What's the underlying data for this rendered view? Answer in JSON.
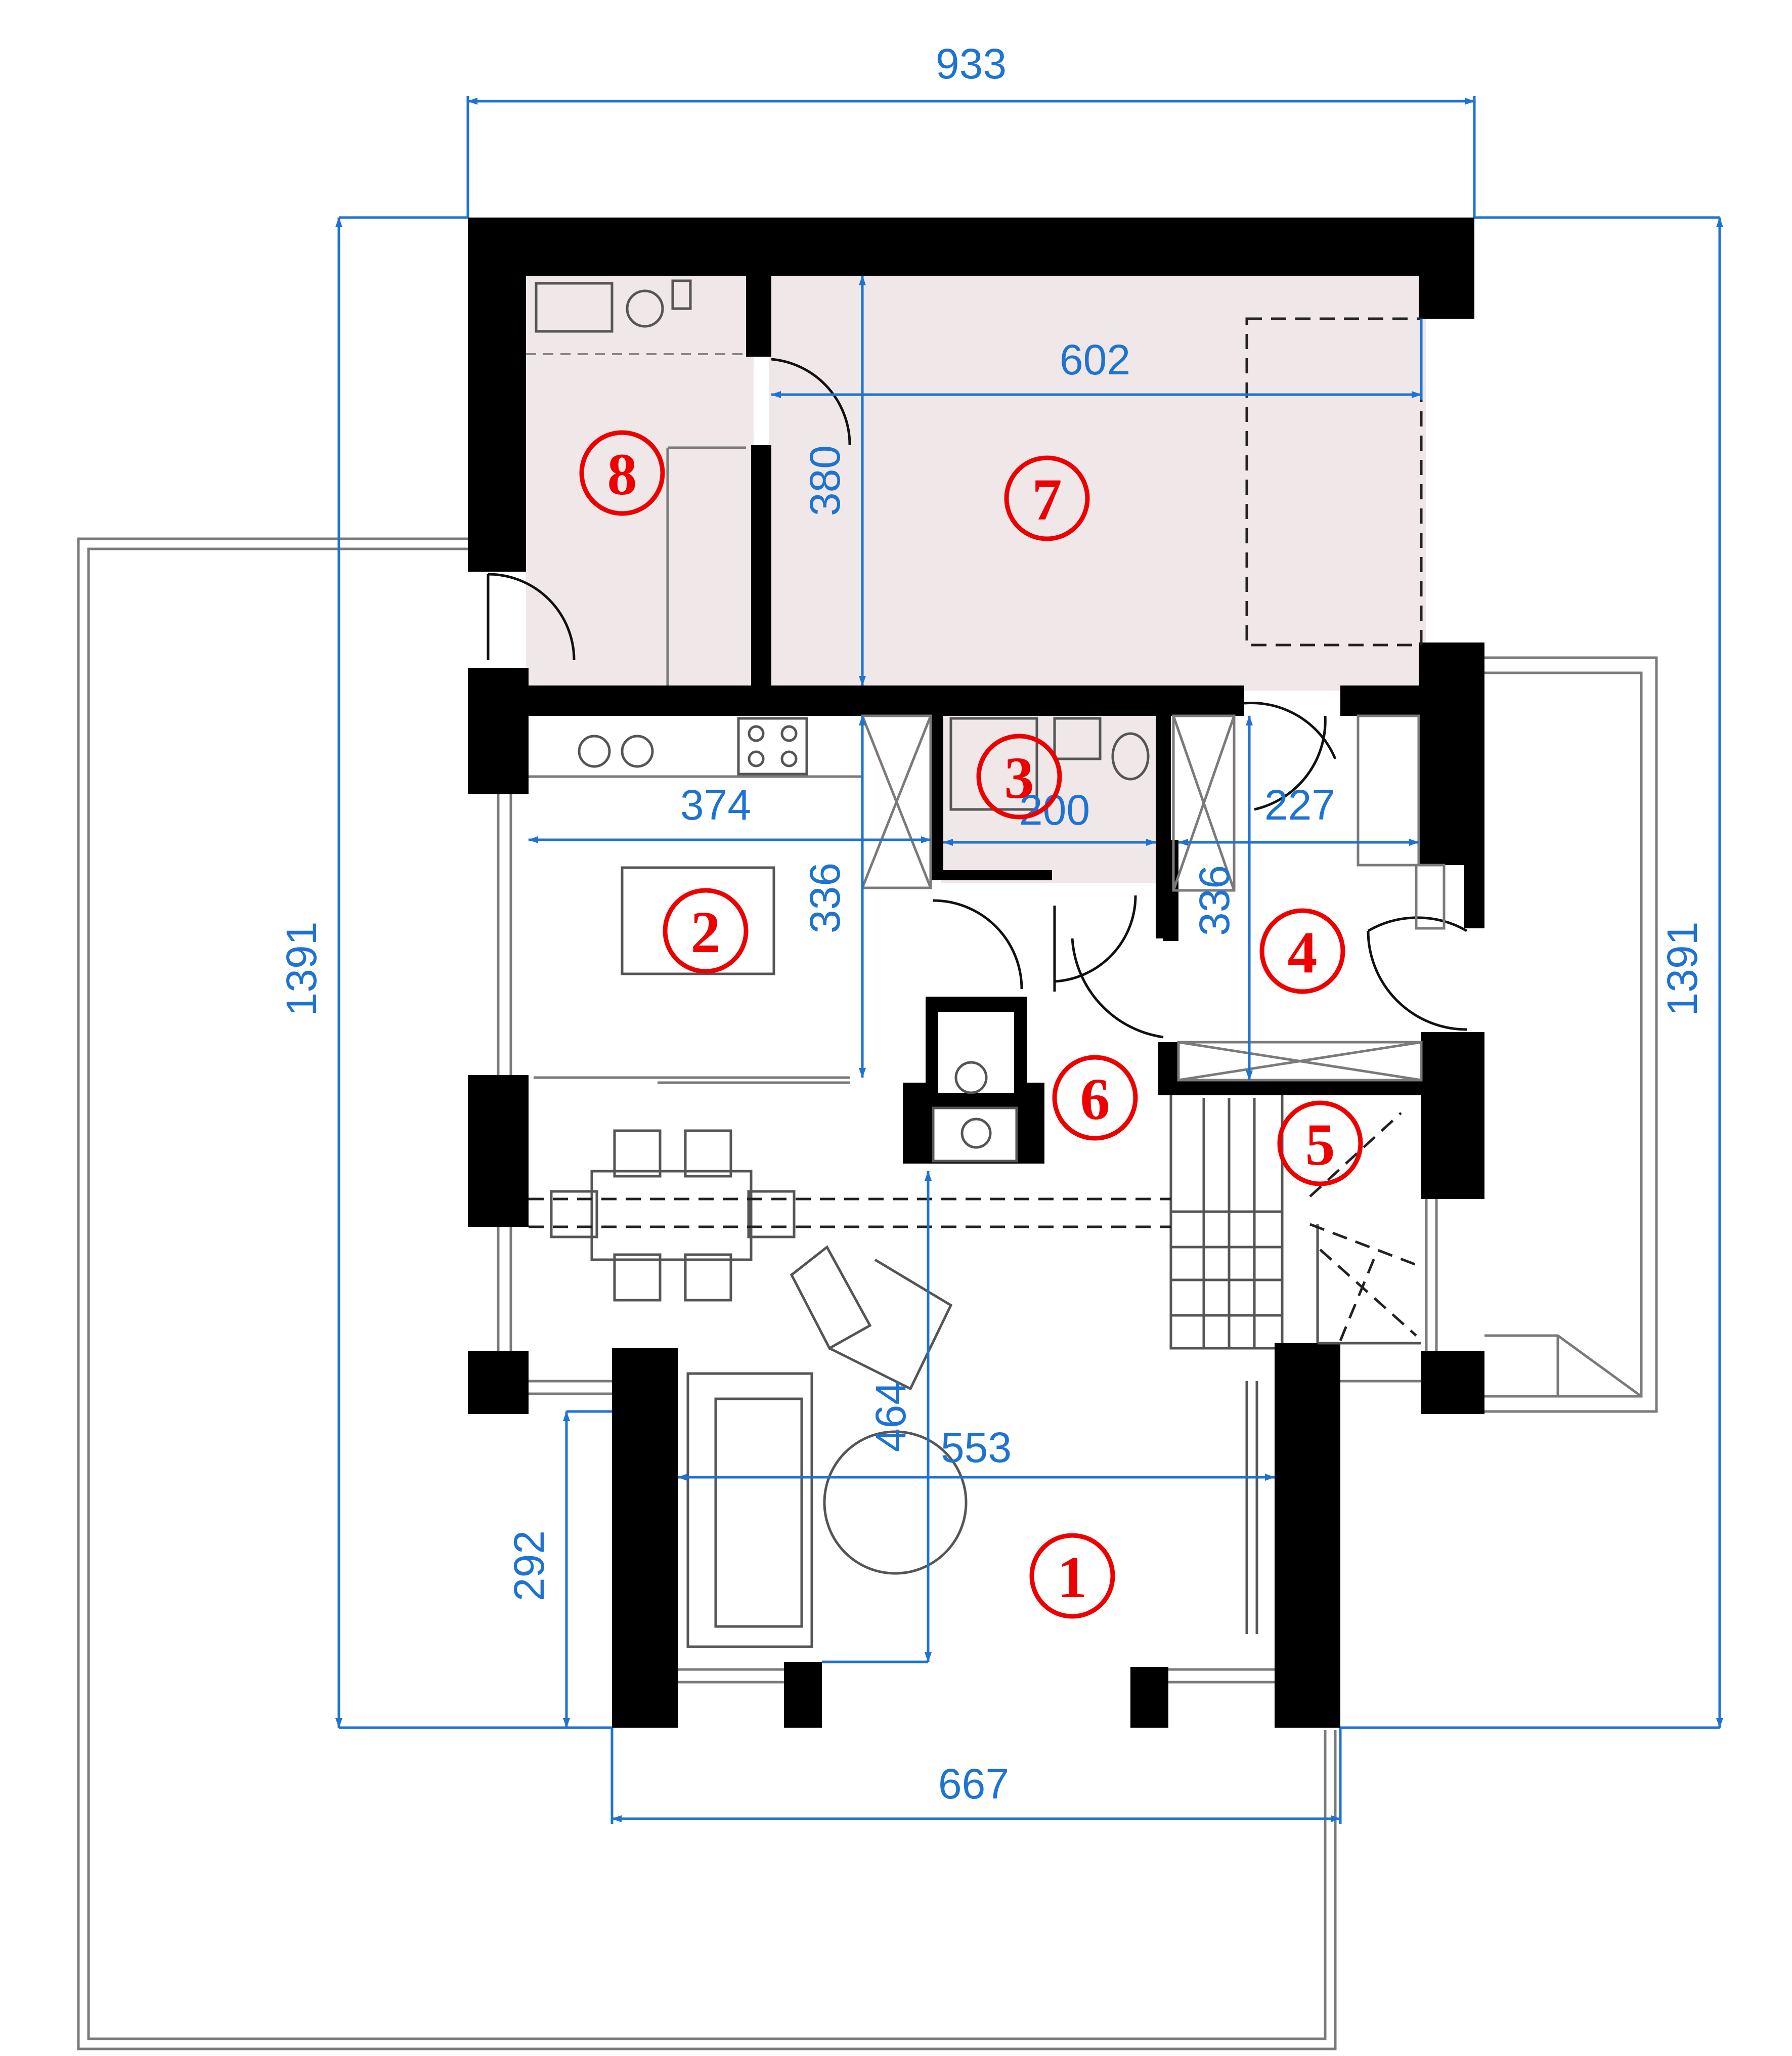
{
  "dimensions": {
    "top_width": "933",
    "left_height": "1391",
    "right_height": "1391",
    "bottom_width": "667",
    "front_depth": "292",
    "room7_width": "602",
    "room7_depth": "380",
    "kitchen_width": "374",
    "kitchen_depth": "336",
    "bath_width": "200",
    "hall_depth": "336",
    "hall_width": "227",
    "living_width": "553",
    "living_depth": "464"
  },
  "rooms": [
    "1",
    "2",
    "3",
    "4",
    "5",
    "6",
    "7",
    "8"
  ],
  "colors": {
    "wall": "#000000",
    "dimension": "#1e73d2",
    "room_label": "#ee0000",
    "room_fill": "#efe7e8"
  }
}
